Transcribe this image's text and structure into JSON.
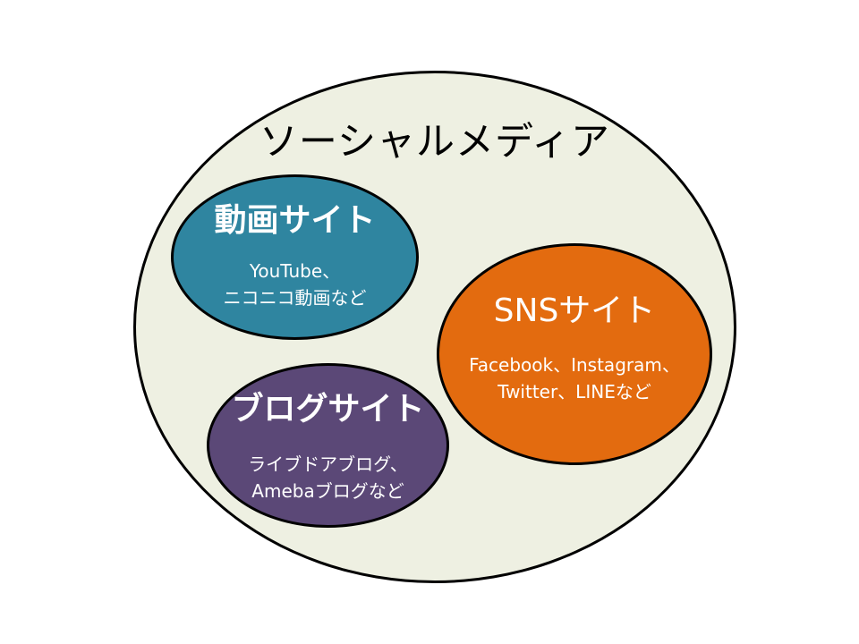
{
  "diagram": {
    "outer": {
      "label": "ソーシャルメディア",
      "fill": "#eef0e2"
    },
    "groups": [
      {
        "id": "video",
        "title": "動画サイト",
        "examples": [
          "YouTube、",
          "ニコニコ動画など"
        ],
        "fill": "#2f85a0"
      },
      {
        "id": "sns",
        "title": "SNSサイト",
        "examples": [
          "Facebook、Instagram、",
          "Twitter、LINEなど"
        ],
        "fill": "#e36b0f"
      },
      {
        "id": "blog",
        "title": "ブログサイト",
        "examples": [
          "ライブドアブログ、",
          "Amebaブログなど"
        ],
        "fill": "#5b4877"
      }
    ]
  }
}
